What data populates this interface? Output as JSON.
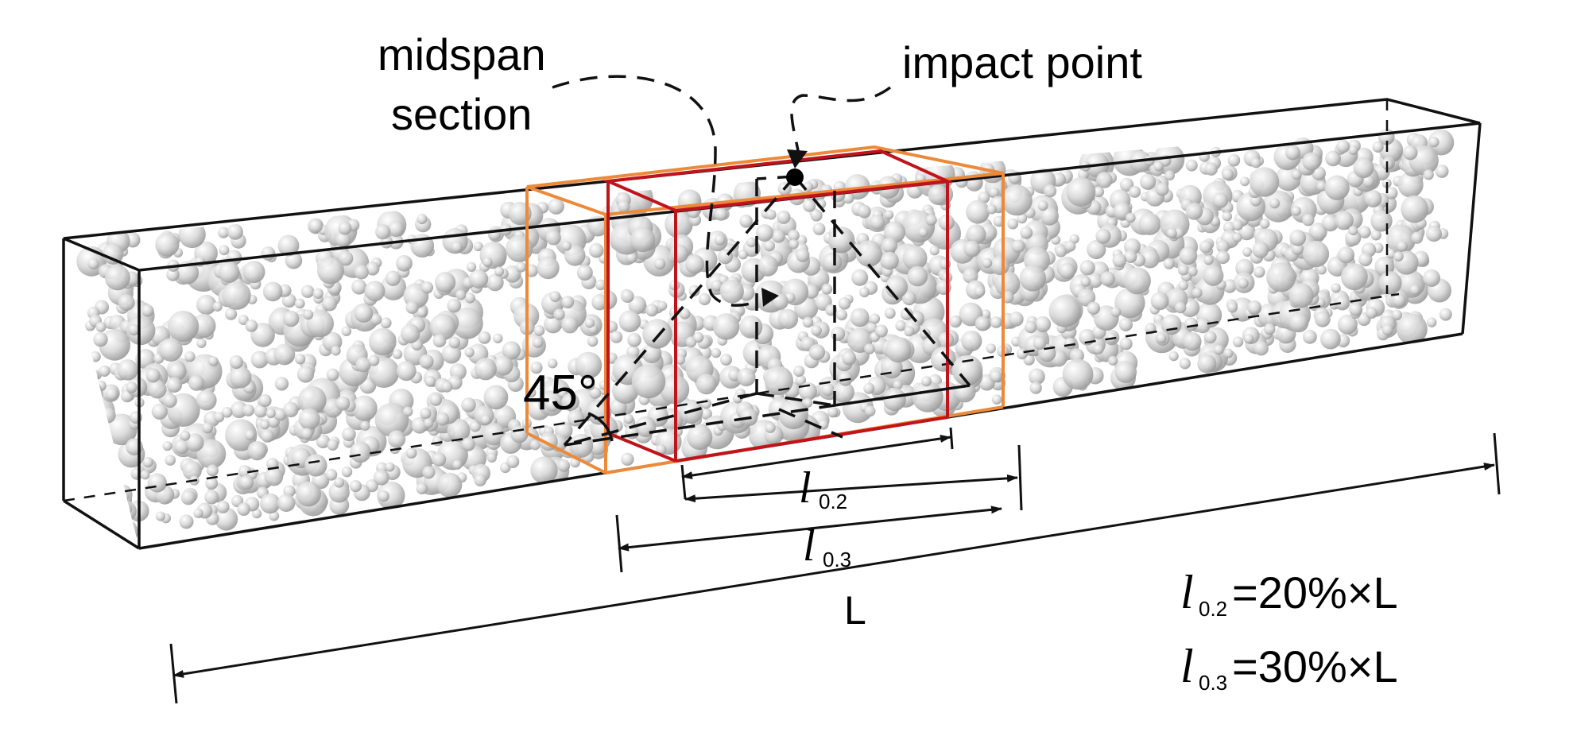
{
  "labels": {
    "midspan_line1": "midspan",
    "midspan_line2": "section",
    "impact_point": "impact point",
    "angle": "45°",
    "dim_l02_symbol": "l",
    "dim_l02_sub": "0.2",
    "dim_l03_symbol": "l",
    "dim_l03_sub": "0.3",
    "dim_L": "L"
  },
  "formulas": [
    {
      "symbol": "l",
      "sub": "0.2",
      "rhs": "=20%×L"
    },
    {
      "symbol": "l",
      "sub": "0.3",
      "rhs": "=30%×L"
    }
  ],
  "colors": {
    "beam_outline": "#111111",
    "zone_l02": "#c0141c",
    "zone_l03": "#ec8a3a",
    "aggregate": "#c9c9c9",
    "annotation": "#111111"
  }
}
